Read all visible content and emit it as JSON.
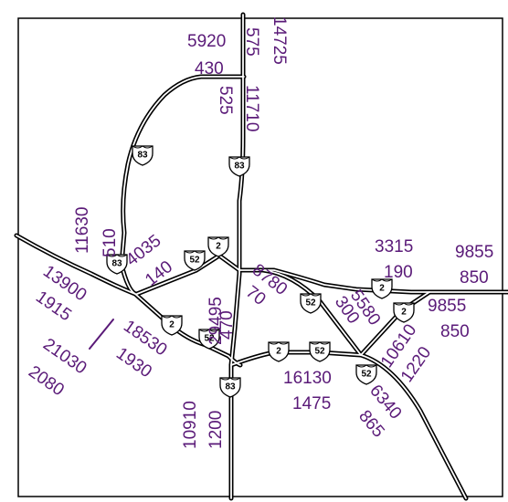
{
  "colors": {
    "road": "#000000",
    "road_fill": "#ffffff",
    "volume_text": "#5a1a78",
    "frame": "#000000"
  },
  "shields": {
    "us83_a": "83",
    "us83_b": "83",
    "us83_c": "83",
    "us83_d": "83",
    "us2_a": "2",
    "us2_b": "2",
    "us2_c": "2",
    "us2_d": "2",
    "us2_e": "2",
    "us52_a": "52",
    "us52_b": "52",
    "us52_c": "52",
    "us52_d": "52",
    "us52_e": "52"
  },
  "volumes": {
    "v5920": "5920",
    "v430": "430",
    "v575": "575",
    "v14725": "14725",
    "v525": "525",
    "v11710": "11710",
    "v3315": "3315",
    "v190": "190",
    "v9855a": "9855",
    "v850a": "850",
    "v11630": "11630",
    "v510": "510",
    "v4035": "4035",
    "v140": "140",
    "v8780": "8780",
    "v70": "70",
    "v5580": "5580",
    "v300": "300",
    "v9855b": "9855",
    "v850b": "850",
    "v13900": "13900",
    "v1915": "1915",
    "v29495": "29495",
    "v470": "470",
    "v10610": "10610",
    "v1220": "1220",
    "v18530": "18530",
    "v1930": "1930",
    "v21030": "21030",
    "v2080": "2080",
    "v16130": "16130",
    "v1475": "1475",
    "v6340": "6340",
    "v865": "865",
    "v10910": "10910",
    "v1200": "1200"
  }
}
